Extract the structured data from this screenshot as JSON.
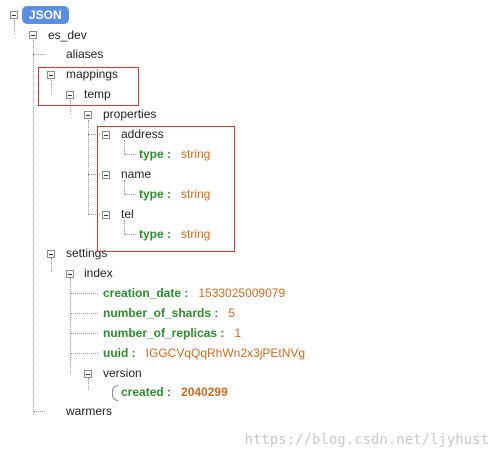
{
  "tree": {
    "root_label": "JSON",
    "nodes": {
      "es_dev": "es_dev",
      "aliases": "aliases",
      "mappings": "mappings",
      "temp": "temp",
      "properties": "properties",
      "address": "address",
      "name": "name",
      "tel": "tel",
      "settings": "settings",
      "index": "index",
      "version": "version",
      "warmers": "warmers"
    },
    "fields": {
      "address_type": {
        "key": "type :",
        "value": "string"
      },
      "name_type": {
        "key": "type :",
        "value": "string"
      },
      "tel_type": {
        "key": "type :",
        "value": "string"
      },
      "creation_date": {
        "key": "creation_date :",
        "value": "1533025009079"
      },
      "number_of_shards": {
        "key": "number_of_shards :",
        "value": "5"
      },
      "number_of_replicas": {
        "key": "number_of_replicas :",
        "value": "1"
      },
      "uuid": {
        "key": "uuid :",
        "value": "IGGCVqQqRhWn2x3jPEtNVg"
      },
      "created": {
        "key": "created :",
        "value": "2040299"
      }
    }
  },
  "watermark": "https://blog.csdn.net/ljyhust",
  "colors": {
    "root_badge": "#5b8fe0",
    "key": "#2e8b2e",
    "value": "#d2691e",
    "highlight_box": "#d23b3b"
  }
}
